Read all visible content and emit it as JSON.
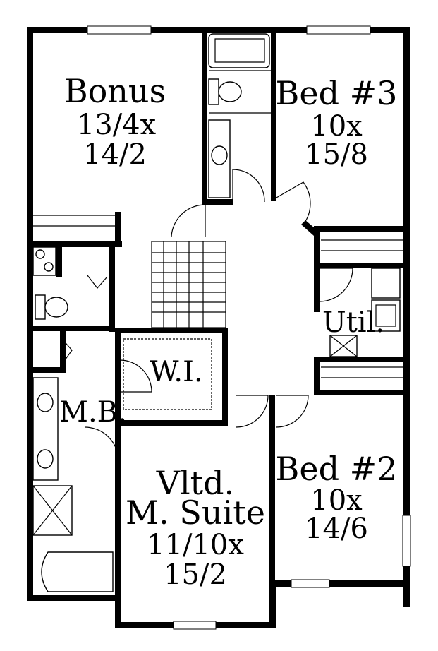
{
  "rooms": {
    "bonus": {
      "name": "Bonus",
      "dim1": "13/4x",
      "dim2": "14/2"
    },
    "bed3": {
      "name": "Bed #3",
      "dim1": "10x",
      "dim2": "15/8"
    },
    "util": {
      "name": "Util."
    },
    "wi": {
      "name": "W.I."
    },
    "mb": {
      "name": "M.B."
    },
    "bed2": {
      "name": "Bed #2",
      "dim1": "10x",
      "dim2": "14/6"
    },
    "msuite": {
      "name1": "Vltd.",
      "name2": "M. Suite",
      "dim1": "11/10x",
      "dim2": "15/2"
    }
  }
}
